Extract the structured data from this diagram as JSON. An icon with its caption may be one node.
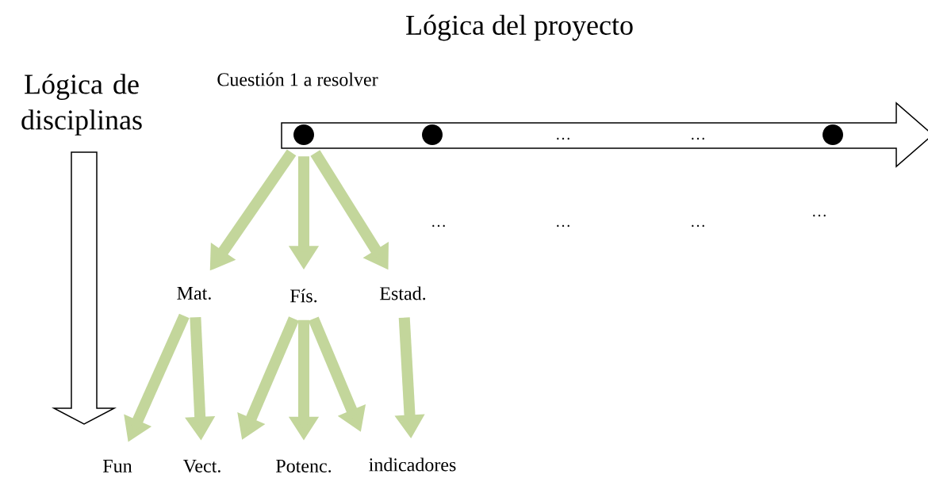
{
  "diagram": {
    "nodes": [
      {
        "text": [],
        "shape": "circle"
      },
      {
        "text": [],
        "shape": "circle"
      },
      {
        "text": [],
        "shape": "circle"
      },
      {
        "text": [
          "Mat."
        ]
      },
      {
        "text": [
          "Fís."
        ]
      },
      {
        "text": [
          "Estad."
        ]
      },
      {
        "text": [
          "Fun"
        ]
      },
      {
        "text": [
          "Vect."
        ]
      },
      {
        "text": [
          "Potenc."
        ]
      },
      {
        "text": [
          "indicadores"
        ]
      }
    ],
    "edges": [
      {
        "from": 0,
        "to": 3,
        "arrow": "to"
      },
      {
        "from": 0,
        "to": 4,
        "arrow": "to"
      },
      {
        "from": 0,
        "to": 5,
        "arrow": "to"
      },
      {
        "from": 3,
        "to": 6,
        "arrow": "to"
      },
      {
        "from": 3,
        "to": 7,
        "arrow": "to"
      },
      {
        "from": 4,
        "to": null,
        "arrow": "to"
      },
      {
        "from": 4,
        "to": 8,
        "arrow": "to"
      },
      {
        "from": 4,
        "to": null,
        "arrow": "to"
      },
      {
        "from": 5,
        "to": 9,
        "arrow": "to"
      }
    ],
    "labels": [
      "Lógica del proyecto",
      "Lógica de disciplinas",
      "Cuestión 1 a resolver",
      "…",
      "…",
      "…",
      "…",
      "…",
      "…"
    ]
  }
}
